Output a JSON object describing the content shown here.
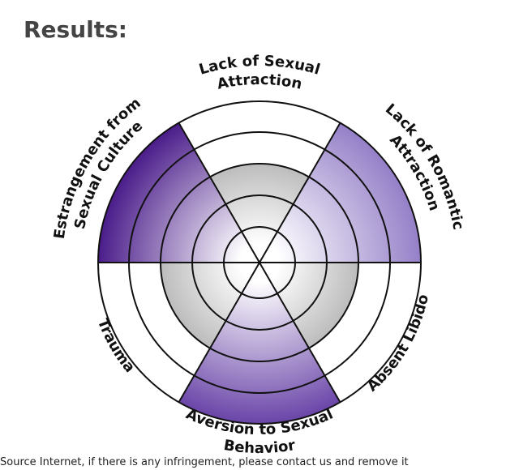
{
  "title": "Results:",
  "source_note": "Source Internet, if there is any infringement, please contact us and remove it",
  "chart_data": {
    "type": "radial-segment",
    "rings": 5,
    "categories": [
      {
        "key": "lack_sexual_attraction",
        "label": [
          "Lack of Sexual",
          "Attraction"
        ],
        "level": 3,
        "color": "#888888"
      },
      {
        "key": "lack_romantic_attraction",
        "label": [
          "Lack of Romantic",
          "Attraction"
        ],
        "level": 5,
        "color": "#9580c8"
      },
      {
        "key": "absent_libido",
        "label": [
          "Absent Libido"
        ],
        "level": 3,
        "color": "#888888"
      },
      {
        "key": "aversion_sexual_behavior",
        "label": [
          "Aversion to Sexual",
          "Behavior"
        ],
        "level": 5,
        "color": "#6a45a8"
      },
      {
        "key": "trauma",
        "label": [
          "Trauma"
        ],
        "level": 3,
        "color": "#888888"
      },
      {
        "key": "estrangement_sexual_culture",
        "label": [
          "Estrangement from",
          "Sexual Culture"
        ],
        "level": 5,
        "color": "#4a1c8a"
      }
    ]
  }
}
